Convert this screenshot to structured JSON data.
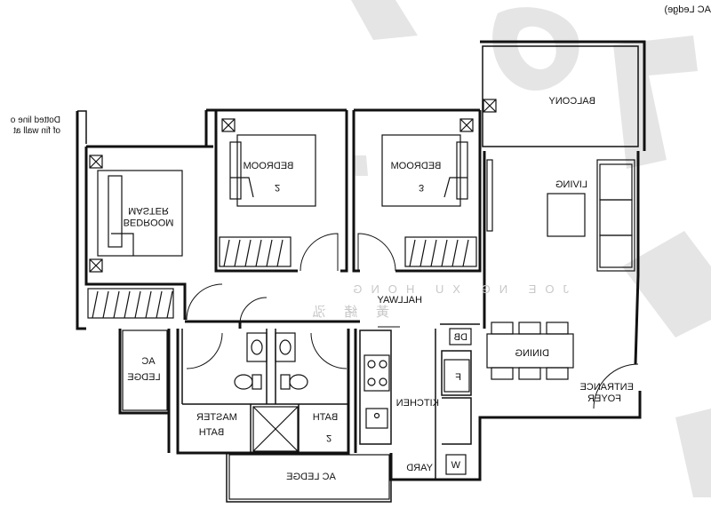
{
  "top_note": "AC Ledge)",
  "side_note": {
    "line1": "Dotted line o",
    "line2": "of fin wall at"
  },
  "rooms": {
    "balcony": "BALCONY",
    "living": "LIVING",
    "dining": "DINING",
    "entrance_foyer_1": "ENTRANCE",
    "entrance_foyer_2": "FOYER",
    "master_bedroom_1": "MASTER",
    "master_bedroom_2": "BEDROOM",
    "bedroom2_1": "BEDROOM",
    "bedroom2_2": "2",
    "bedroom3_1": "BEDROOM",
    "bedroom3_2": "3",
    "hallway": "HALLWAY",
    "kitchen": "KITCHEN",
    "yard": "YARD",
    "db": "DB",
    "fridge": "F",
    "washer": "W",
    "ac_ledge_left_1": "AC",
    "ac_ledge_left_2": "LEDGE",
    "ac_ledge_bottom": "AC LEDGE",
    "master_bath_1": "MASTER",
    "master_bath_2": "BATH",
    "bath2_1": "BATH",
    "bath2_2": "2"
  },
  "watermark": {
    "latin": "JOE  NG  XU  HONG",
    "chinese": "黃 緒 泓"
  }
}
